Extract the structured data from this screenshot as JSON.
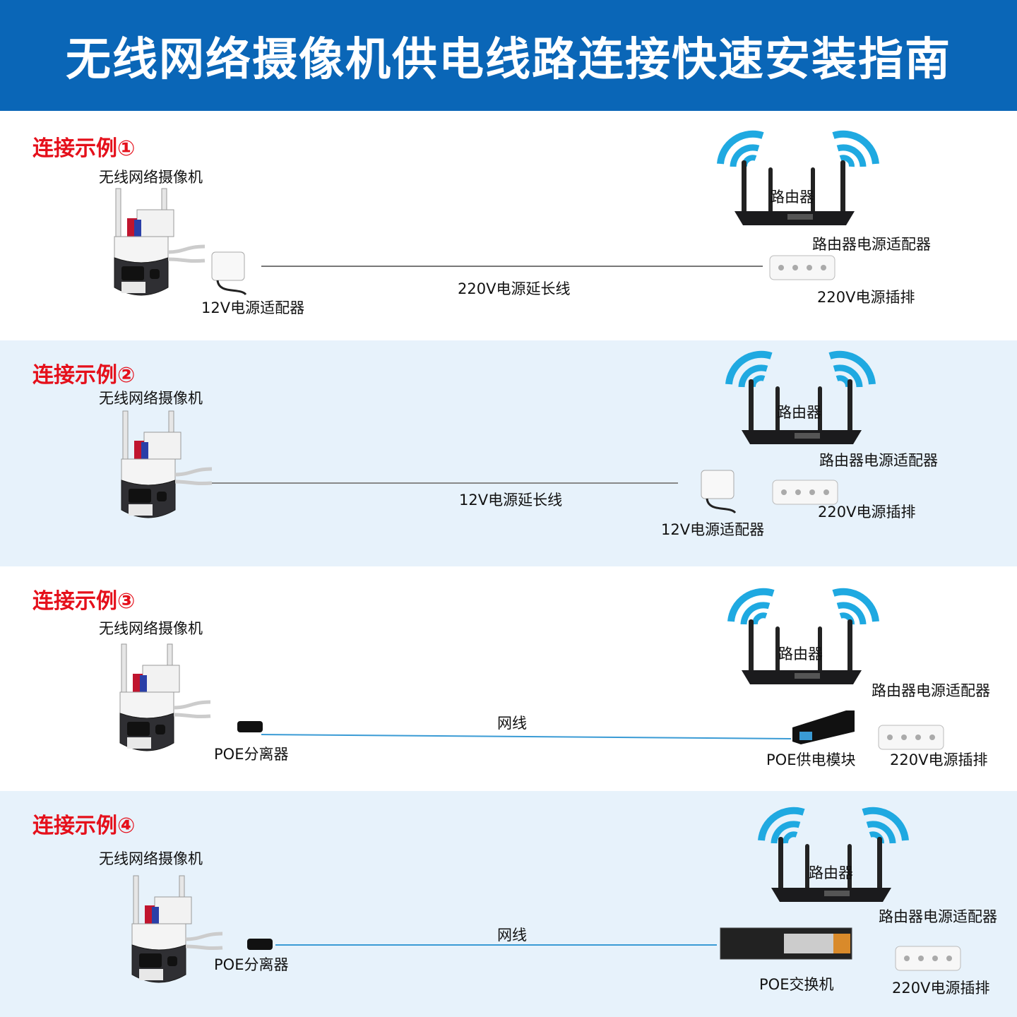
{
  "header": {
    "title": "无线网络摄像机供电线路连接快速安装指南"
  },
  "colors": {
    "header_bg": "#0a66b7",
    "title_red": "#e5101b",
    "wifi": "#1fa9e1",
    "net_cable": "#3a9bd5",
    "band": "#e7f2fb"
  },
  "examples": [
    {
      "title": "连接示例①",
      "camera": "无线网络摄像机",
      "router": "路由器",
      "router_adapter": "路由器电源适配器",
      "adapter": "12V电源适配器",
      "cable": "220V电源延长线",
      "strip": "220V电源插排"
    },
    {
      "title": "连接示例②",
      "camera": "无线网络摄像机",
      "router": "路由器",
      "router_adapter": "路由器电源适配器",
      "cable": "12V电源延长线",
      "adapter": "12V电源适配器",
      "strip": "220V电源插排"
    },
    {
      "title": "连接示例③",
      "camera": "无线网络摄像机",
      "router": "路由器",
      "router_adapter": "路由器电源适配器",
      "splitter": "POE分离器",
      "cable": "网线",
      "poe_module": "POE供电模块",
      "strip": "220V电源插排"
    },
    {
      "title": "连接示例④",
      "camera": "无线网络摄像机",
      "router": "路由器",
      "router_adapter": "路由器电源适配器",
      "splitter": "POE分离器",
      "cable": "网线",
      "poe_switch": "POE交换机",
      "strip": "220V电源插排"
    }
  ]
}
